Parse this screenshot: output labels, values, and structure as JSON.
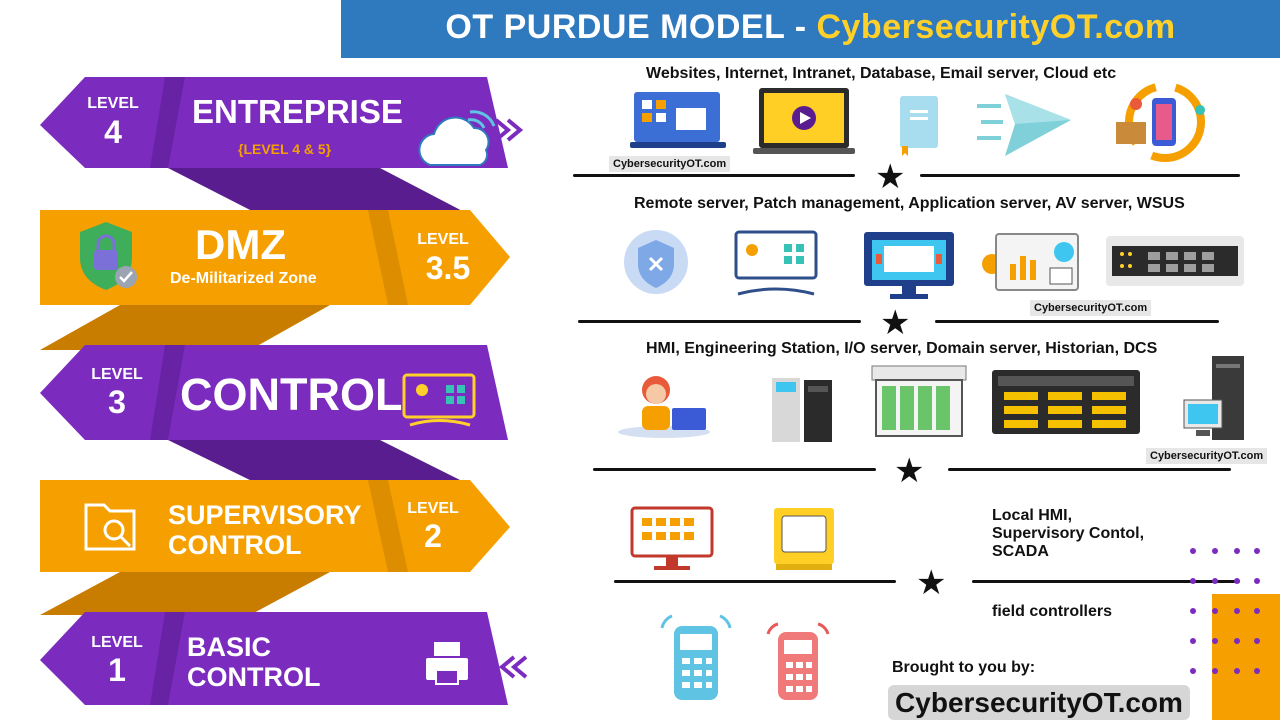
{
  "header": {
    "title_prefix": "OT PURDUE MODEL - ",
    "title_brand": "CybersecurityOT.com"
  },
  "levels": {
    "l4": {
      "level_label": "LEVEL",
      "level_num": "4",
      "name": "ENTREPRISE",
      "sub": "{LEVEL 4 & 5}"
    },
    "l35": {
      "level_label": "LEVEL",
      "level_num": "3.5",
      "name": "DMZ",
      "sub": "De-Militarized Zone"
    },
    "l3": {
      "level_label": "LEVEL",
      "level_num": "3",
      "name": "CONTROL"
    },
    "l2": {
      "level_label": "LEVEL",
      "level_num": "2",
      "name_line1": "SUPERVISORY",
      "name_line2": "CONTROL"
    },
    "l1": {
      "level_label": "LEVEL",
      "level_num": "1",
      "name_line1": "BASIC",
      "name_line2": "CONTROL"
    }
  },
  "rows": {
    "r4": "Websites,  Internet,  Intranet,  Database,       Email server,       Cloud etc",
    "r35": "Remote server,  Patch management, Application server,  AV server,    WSUS",
    "r3": "HMI,    Engineering Station,   I/O server,   Domain server,    Historian, DCS",
    "r2_line1": "Local HMI,",
    "r2_line2": "Supervisory Contol,",
    "r2_line3": "SCADA",
    "r1": "field controllers"
  },
  "watermark": "CybersecurityOT.com",
  "footer": {
    "brought": "Brought to you by:",
    "brand": "CybersecurityOT.com"
  },
  "colors": {
    "purple": "#7b2cbf",
    "purple_dark": "#5a1d8f",
    "orange": "#f5a000",
    "orange_dark": "#c97d00",
    "header_blue": "#2f79bf",
    "brand_yellow": "#ffd02a"
  },
  "icons": [
    "double-chevron-right-icon",
    "cloud-icon",
    "shield-lock-icon",
    "monitor-weather-icon",
    "folder-search-icon",
    "printer-icon",
    "double-chevron-left-icon",
    "star-icon"
  ]
}
